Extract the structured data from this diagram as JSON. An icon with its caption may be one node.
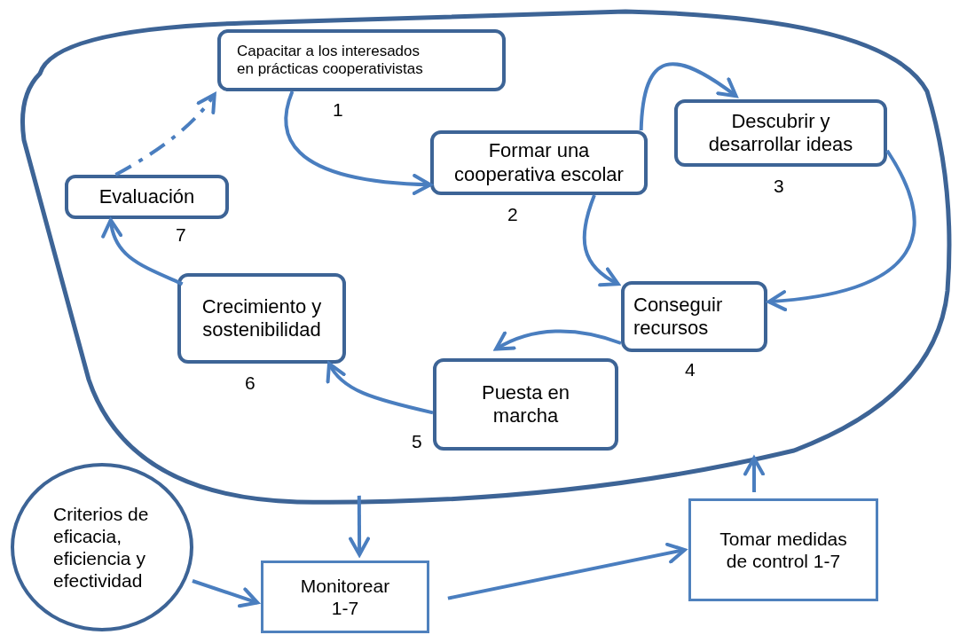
{
  "diagram": {
    "nodes": [
      {
        "text": [],
        "shape": "box"
      },
      {
        "text": [
          "Capacitar a los interesados en prácticas cooperativistas"
        ],
        "in": 0,
        "beside": [
          "1"
        ]
      },
      {
        "text": [
          "Formar una cooperativa escolar"
        ],
        "in": 0,
        "beside": [
          "2"
        ]
      },
      {
        "text": [
          "Descubrir y desarrollar ideas"
        ],
        "in": 0,
        "beside": [
          "3"
        ]
      },
      {
        "text": [
          "Conseguir recursos"
        ],
        "in": 0,
        "beside": [
          "4"
        ]
      },
      {
        "text": [
          "Puesta en marcha"
        ],
        "in": 0,
        "beside": [
          "5"
        ]
      },
      {
        "text": [
          "Crecimiento y sostenibilidad"
        ],
        "in": 0,
        "beside": [
          "6"
        ]
      },
      {
        "text": [
          "Evaluación"
        ],
        "in": 0,
        "beside": [
          "7"
        ]
      },
      {
        "text": [
          "Criterios de eficacia, eficiencia y efectividad"
        ]
      },
      {
        "text": [
          "Monitorear 1-7"
        ]
      },
      {
        "text": [
          "Tomar medidas de control 1-7"
        ]
      }
    ],
    "edges": [
      {
        "from": 1,
        "to": 2,
        "arrow": "to"
      },
      {
        "from": 2,
        "to": 3,
        "arrow": "to"
      },
      {
        "from": 3,
        "to": 4,
        "arrow": "to"
      },
      {
        "from": 2,
        "to": 4,
        "arrow": "to"
      },
      {
        "from": 4,
        "to": 5,
        "arrow": "to"
      },
      {
        "from": 5,
        "to": 6,
        "arrow": "to"
      },
      {
        "from": 6,
        "to": 7,
        "arrow": "to"
      },
      {
        "from": 7,
        "to": 1,
        "arrow": "to",
        "style": "dashed"
      },
      {
        "from": 0,
        "to": 9,
        "arrow": "to"
      },
      {
        "from": 8,
        "to": 9,
        "arrow": "to"
      },
      {
        "from": 9,
        "to": 10,
        "arrow": "to"
      },
      {
        "from": 10,
        "to": 0,
        "arrow": "to"
      }
    ]
  }
}
